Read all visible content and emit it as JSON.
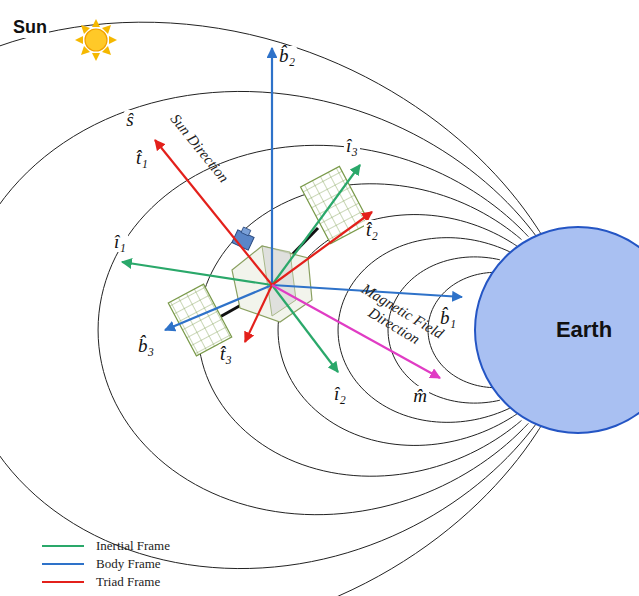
{
  "diagram": {
    "nodes": [
      {
        "text": [
          "Earth"
        ]
      }
    ],
    "edges": [],
    "labels": [
      "Sun",
      "ŝ",
      "t̂₁",
      "Sun Direction",
      "b̂₂",
      "î₃",
      "t̂₂",
      "î₁",
      "b̂₃",
      "t̂₃",
      "î₂",
      "b̂₁",
      "Magnetic Field Direction",
      "m̂"
    ],
    "legend": [
      {
        "text": "Inertial Frame"
      },
      {
        "text": "Body Frame"
      },
      {
        "text": "Triad Frame"
      }
    ]
  }
}
